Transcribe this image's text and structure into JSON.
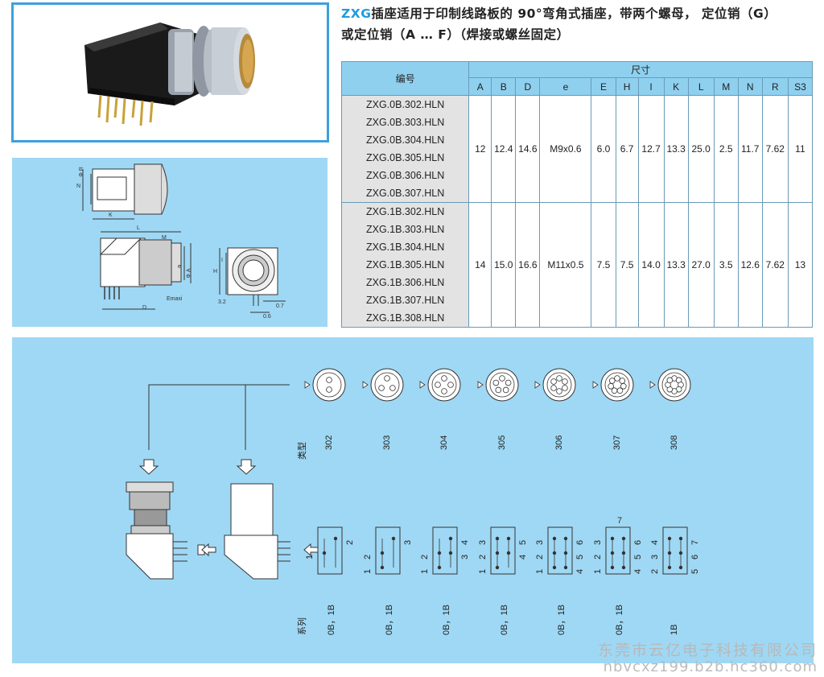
{
  "title": {
    "brand": "ZXG",
    "line1": "插座适用于印制线路板的 90°弯角式插座，带两个螺母， 定位销（G）",
    "line2": "或定位销（A … F）（焊接或螺丝固定）"
  },
  "table": {
    "col_part": "编号",
    "col_dims": "尺寸",
    "dim_headers": [
      "A",
      "B",
      "D",
      "e",
      "E",
      "H",
      "I",
      "K",
      "L",
      "M",
      "N",
      "R",
      "S3"
    ],
    "groups": [
      {
        "parts": [
          "ZXG.0B.302.HLN",
          "ZXG.0B.303.HLN",
          "ZXG.0B.304.HLN",
          "ZXG.0B.305.HLN",
          "ZXG.0B.306.HLN",
          "ZXG.0B.307.HLN"
        ],
        "values": [
          "12",
          "12.4",
          "14.6",
          "M9x0.6",
          "6.0",
          "6.7",
          "12.7",
          "13.3",
          "25.0",
          "2.5",
          "11.7",
          "7.62",
          "11"
        ]
      },
      {
        "parts": [
          "ZXG.1B.302.HLN",
          "ZXG.1B.303.HLN",
          "ZXG.1B.304.HLN",
          "ZXG.1B.305.HLN",
          "ZXG.1B.306.HLN",
          "ZXG.1B.307.HLN",
          "ZXG.1B.308.HLN"
        ],
        "values": [
          "14",
          "15.0",
          "16.6",
          "M11x0.5",
          "7.5",
          "7.5",
          "14.0",
          "13.3",
          "27.0",
          "3.5",
          "12.6",
          "7.62",
          "13"
        ]
      }
    ]
  },
  "drawing_labels": {
    "N": "N",
    "R": "Φ R",
    "K": "K",
    "L": "L",
    "M": "M",
    "e": "e",
    "A": "Φ A",
    "Emaxi": "Emaxi",
    "D": "D",
    "H": "H",
    "I": "I",
    "d32": "3.2",
    "d07": "0.7",
    "d06": "0.6"
  },
  "types_label": "类型",
  "series_label": "系列",
  "types": [
    "302",
    "303",
    "304",
    "305",
    "306",
    "307",
    "308"
  ],
  "series": [
    "0B，1B",
    "0B，1B",
    "0B，1B",
    "0B，1B",
    "0B，1B",
    "0B，1B",
    "1B"
  ],
  "pin_layouts": [
    {
      "left": [
        "1"
      ],
      "right": [
        "2"
      ],
      "top": []
    },
    {
      "left": [
        "1",
        "2"
      ],
      "right": [
        "3"
      ],
      "top": []
    },
    {
      "left": [
        "1",
        "2"
      ],
      "right": [
        "4",
        "3"
      ],
      "top": []
    },
    {
      "left": [
        "1",
        "2",
        "3"
      ],
      "right": [
        "5",
        "4"
      ],
      "top": []
    },
    {
      "left": [
        "1",
        "2",
        "3"
      ],
      "right": [
        "6",
        "5",
        "4"
      ],
      "top": []
    },
    {
      "left": [
        "1",
        "2",
        "3"
      ],
      "right": [
        "6",
        "5",
        "4"
      ],
      "top": [
        "7"
      ]
    },
    {
      "left": [
        "2",
        "3",
        "4"
      ],
      "right": [
        "7",
        "6",
        "5"
      ],
      "top": []
    }
  ],
  "watermark": {
    "company": "东莞市云亿电子科技有限公司",
    "url": "nbvcxz199.b2b.hc360.com"
  }
}
